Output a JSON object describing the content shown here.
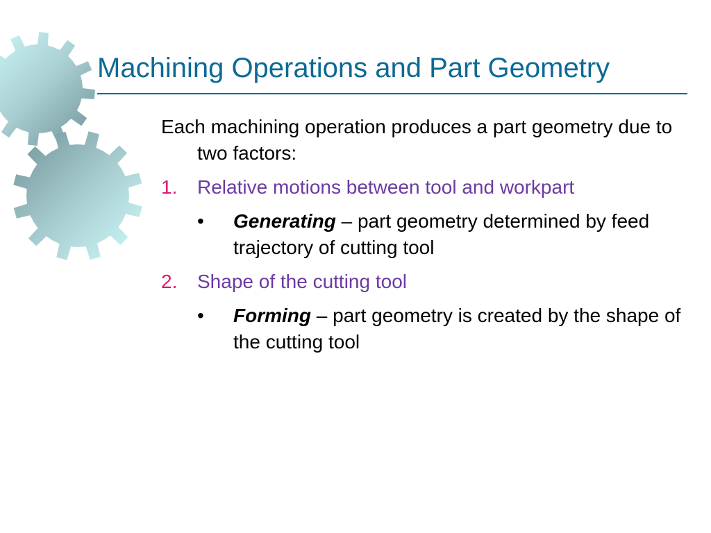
{
  "slide": {
    "title": "Machining Operations and Part Geometry",
    "intro": "Each machining operation produces a part geometry due to two factors:",
    "items": [
      {
        "number": "1.",
        "text": "Relative motions between tool and workpart",
        "bullet": "•",
        "term": "Generating",
        "desc": " – part geometry determined by feed trajectory of cutting tool"
      },
      {
        "number": "2.",
        "text": "Shape of the cutting tool",
        "bullet": "•",
        "term": "Forming",
        "desc": " – part geometry is created by the shape of the cutting tool"
      }
    ]
  },
  "colors": {
    "title": "#0c6a94",
    "number": "#e0146e",
    "item_text": "#6b3aa3",
    "gear_light": "#c8f4f4",
    "gear_dark": "#7fa3a6"
  },
  "decoration": {
    "icon": "gears-icon"
  }
}
